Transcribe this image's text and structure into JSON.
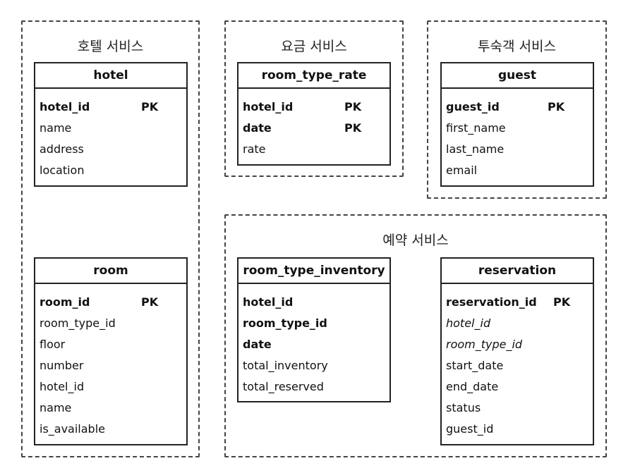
{
  "groups": {
    "hotel_service": "호텔 서비스",
    "rate_service": "요금 서비스",
    "guest_service": "투숙객 서비스",
    "reservation_service": "예약 서비스"
  },
  "tables": {
    "hotel": {
      "name": "hotel",
      "fields": [
        {
          "name": "hotel_id",
          "key": "PK"
        },
        {
          "name": "name"
        },
        {
          "name": "address"
        },
        {
          "name": "location"
        }
      ]
    },
    "room": {
      "name": "room",
      "fields": [
        {
          "name": "room_id",
          "key": "PK"
        },
        {
          "name": "room_type_id"
        },
        {
          "name": "floor"
        },
        {
          "name": "number"
        },
        {
          "name": "hotel_id"
        },
        {
          "name": "name"
        },
        {
          "name": "is_available"
        }
      ]
    },
    "room_type_rate": {
      "name": "room_type_rate",
      "fields": [
        {
          "name": "hotel_id",
          "key": "PK"
        },
        {
          "name": "date",
          "key": "PK"
        },
        {
          "name": "rate"
        }
      ]
    },
    "guest": {
      "name": "guest",
      "fields": [
        {
          "name": "guest_id",
          "key": "PK"
        },
        {
          "name": "first_name"
        },
        {
          "name": "last_name"
        },
        {
          "name": "email"
        }
      ]
    },
    "room_type_inventory": {
      "name": "room_type_inventory",
      "fields": [
        {
          "name": "hotel_id"
        },
        {
          "name": "room_type_id"
        },
        {
          "name": "date"
        },
        {
          "name": "total_inventory"
        },
        {
          "name": "total_reserved"
        }
      ]
    },
    "reservation": {
      "name": "reservation",
      "fields": [
        {
          "name": "reservation_id",
          "key": "PK"
        },
        {
          "name": "hotel_id"
        },
        {
          "name": "room_type_id"
        },
        {
          "name": "start_date"
        },
        {
          "name": "end_date"
        },
        {
          "name": "status"
        },
        {
          "name": "guest_id"
        }
      ]
    }
  }
}
